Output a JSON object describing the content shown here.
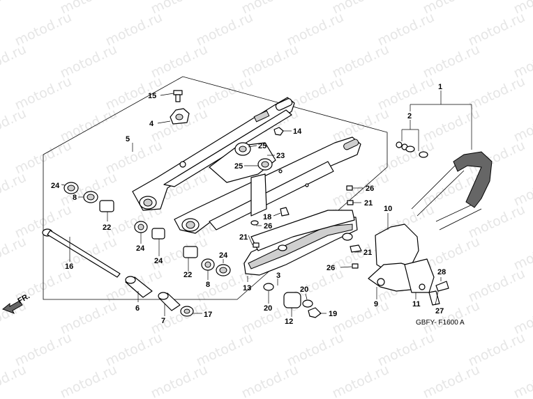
{
  "watermark": {
    "text": "motod.ru"
  },
  "figure_code": "GBFY- F1600 A",
  "direction_label": "FR.",
  "callouts": {
    "c1": "1",
    "c2": "2",
    "c3": "3",
    "c4": "4",
    "c5": "5",
    "c6": "6",
    "c7": "7",
    "c8a": "8",
    "c8b": "8",
    "c9": "9",
    "c10": "10",
    "c11": "11",
    "c12": "12",
    "c13": "13",
    "c14": "14",
    "c15": "15",
    "c16": "16",
    "c17": "17",
    "c18": "18",
    "c19": "19",
    "c20a": "20",
    "c20b": "20",
    "c21a": "21",
    "c21b": "21",
    "c21c": "21",
    "c22a": "22",
    "c22b": "22",
    "c23": "23",
    "c24a": "24",
    "c24b": "24",
    "c24c": "24",
    "c24d": "24",
    "c25a": "25",
    "c25b": "25",
    "c26a": "26",
    "c26b": "26",
    "c26c": "26",
    "c27": "27",
    "c28": "28"
  }
}
